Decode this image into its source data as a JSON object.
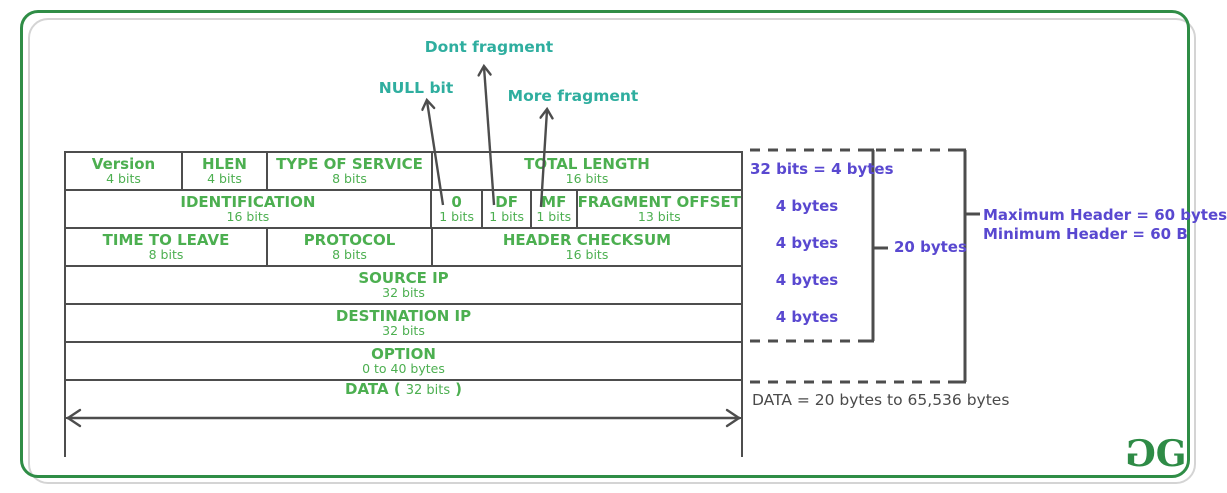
{
  "palette": {
    "table_text_green": "#4caf50",
    "callout_teal": "#2fae9f",
    "annotation_purple": "#5948d0",
    "line_gray": "#4d4d4d",
    "frame_green": "#2f8d46"
  },
  "callouts": {
    "null_bit": "NULL bit",
    "dont_fragment": "Dont fragment",
    "more_fragment": "More fragment"
  },
  "table": {
    "rows": [
      {
        "cells": [
          {
            "label": "Version",
            "sub": "4 bits"
          },
          {
            "label": "HLEN",
            "sub": "4 bits"
          },
          {
            "label": "TYPE OF SERVICE",
            "sub": "8 bits"
          },
          {
            "label": "TOTAL LENGTH",
            "sub": "16 bits"
          }
        ]
      },
      {
        "cells": [
          {
            "label": "IDENTIFICATION",
            "sub": "16 bits"
          },
          {
            "label": "0",
            "sub": "1 bits"
          },
          {
            "label": "DF",
            "sub": "1 bits"
          },
          {
            "label": "MF",
            "sub": "1 bits"
          },
          {
            "label": "FRAGMENT OFFSET",
            "sub": "13 bits"
          }
        ]
      },
      {
        "cells": [
          {
            "label": "TIME TO LEAVE",
            "sub": "8 bits"
          },
          {
            "label": "PROTOCOL",
            "sub": "8 bits"
          },
          {
            "label": "HEADER CHECKSUM",
            "sub": "16 bits"
          }
        ]
      },
      {
        "cells": [
          {
            "label": "SOURCE IP",
            "sub": "32 bits"
          }
        ]
      },
      {
        "cells": [
          {
            "label": "DESTINATION IP",
            "sub": "32 bits"
          }
        ]
      },
      {
        "cells": [
          {
            "label": "OPTION",
            "sub": "0 to 40 bytes"
          }
        ]
      },
      {
        "cells": [
          {
            "label": "DATA (",
            "sub": "32 bits",
            "suffix": ")"
          }
        ]
      }
    ]
  },
  "sizes": {
    "row_sizes": [
      "32 bits = 4 bytes",
      "4 bytes",
      "4 bytes",
      "4 bytes",
      "4 bytes"
    ],
    "total_20": "20 bytes",
    "max_header": "Maximum Header = 60 bytes",
    "min_header": "Minimum Header = 60 B",
    "data_range": "DATA = 20 bytes to 65,536 bytes"
  },
  "logo": {
    "g1": "G",
    "g2": "G"
  }
}
